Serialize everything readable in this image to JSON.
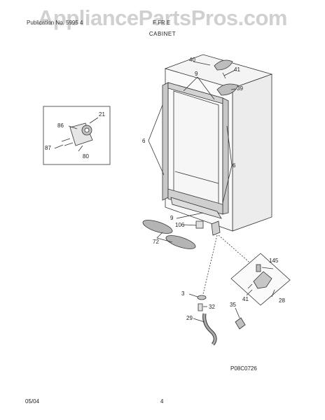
{
  "header": {
    "publication": "Publication No. 5995 4",
    "model_fragment": "F  FR  E"
  },
  "section_title": "CABINET",
  "watermark": "AppliancePartsPros.com",
  "callouts": {
    "c40": "40",
    "c41a": "41",
    "c39": "39",
    "c9a": "9",
    "c6a": "6",
    "c6b": "6",
    "c9b": "9",
    "c106": "106",
    "c72": "72",
    "c21": "21",
    "c86": "86",
    "c87": "87",
    "c80": "80",
    "c145": "145",
    "c3": "3",
    "c32": "32",
    "c29": "29",
    "c35": "35",
    "c41b": "41",
    "c28": "28"
  },
  "diagram_code": "P08C0726",
  "footer": {
    "date": "05/04",
    "page": "4"
  },
  "colors": {
    "line": "#333333",
    "shade": "#bdbdbd",
    "watermark": "#969696"
  }
}
